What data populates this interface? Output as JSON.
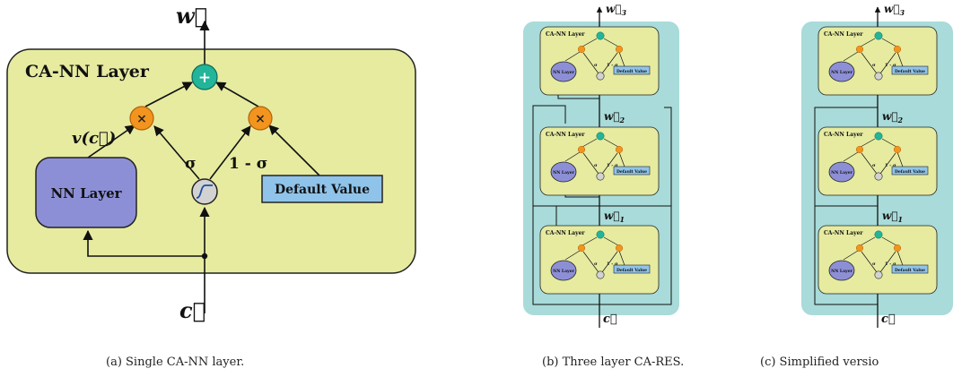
{
  "panel_a": {
    "layer_title": "CA-NN Layer",
    "nn_label": "NN Layer",
    "default_label": "Default Value",
    "output_label": "w⃗",
    "input_label": "c⃗",
    "v_label": "v(c⃗)",
    "sigma_label": "σ",
    "one_minus_sigma_label": "1 - σ",
    "plus_symbol": "+",
    "times_symbol": "×",
    "caption": "(a) Single CA-NN layer."
  },
  "panel_b": {
    "layers": [
      {
        "title": "CA-NN Layer",
        "nn_label": "NN Layer",
        "default_label": "Default Value",
        "output_label": "w⃗",
        "output_sub": "3"
      },
      {
        "title": "CA-NN Layer",
        "nn_label": "NN Layer",
        "default_label": "Default Value",
        "output_label": "w⃗",
        "output_sub": "2"
      },
      {
        "title": "CA-NN Layer",
        "nn_label": "NN Layer",
        "default_label": "Default Value",
        "output_label": "w⃗",
        "output_sub": "1"
      }
    ],
    "input_label": "c⃗",
    "sigma_label": "σ",
    "one_minus_sigma_label": "1 - σ",
    "caption": "(b) Three layer CA-RES."
  },
  "panel_c": {
    "layers": [
      {
        "title": "CA-NN Layer",
        "nn_label": "NN Layer",
        "default_label": "Default Value",
        "output_label": "w⃗",
        "output_sub": "3"
      },
      {
        "title": "CA-NN Layer",
        "nn_label": "NN Layer",
        "default_label": "Default Value",
        "output_label": "w⃗",
        "output_sub": "2"
      },
      {
        "title": "CA-NN Layer",
        "nn_label": "NN Layer",
        "default_label": "Default Value",
        "output_label": "w⃗",
        "output_sub": "1"
      }
    ],
    "input_label": "c⃗",
    "sigma_label": "σ",
    "one_minus_sigma_label": "1 - σ",
    "caption": "(c) Simplified versio"
  },
  "colors": {
    "layer_fill": "#e6eba0",
    "nn_fill": "#8d8fd6",
    "default_fill": "#8fc3ea",
    "plus_fill": "#22b59a",
    "times_fill": "#f2941e",
    "container_fill": "#a8dbd9"
  }
}
